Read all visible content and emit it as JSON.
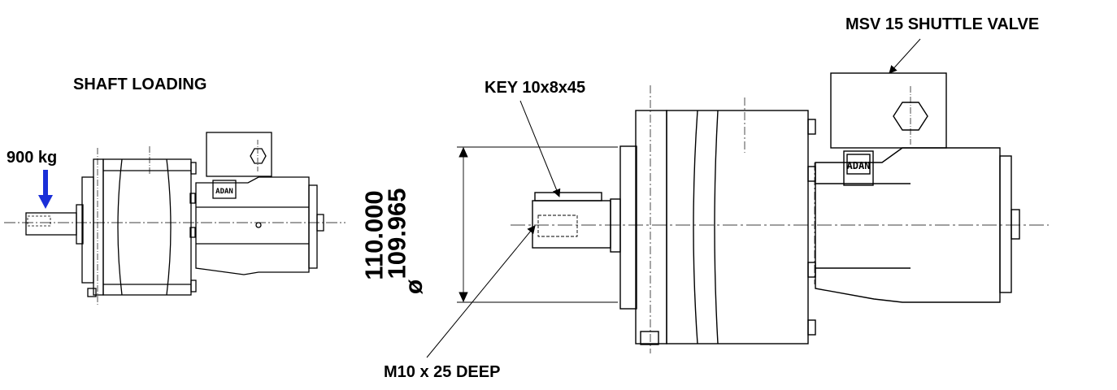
{
  "left_view": {
    "title": "SHAFT LOADING",
    "load": "900 kg",
    "logo": "ADAN"
  },
  "right_view": {
    "key_spec": "KEY 10x8x45",
    "thread_spec": "M10 x 25 DEEP",
    "valve_name": "MSV 15 SHUTTLE VALVE",
    "dia_symbol": "ø",
    "dia_upper": "110.000",
    "dia_lower": "109.965",
    "logo": "ADAN"
  },
  "colors": {
    "line": "#000000",
    "load_arrow": "#1a2fd8",
    "background": "#ffffff"
  }
}
